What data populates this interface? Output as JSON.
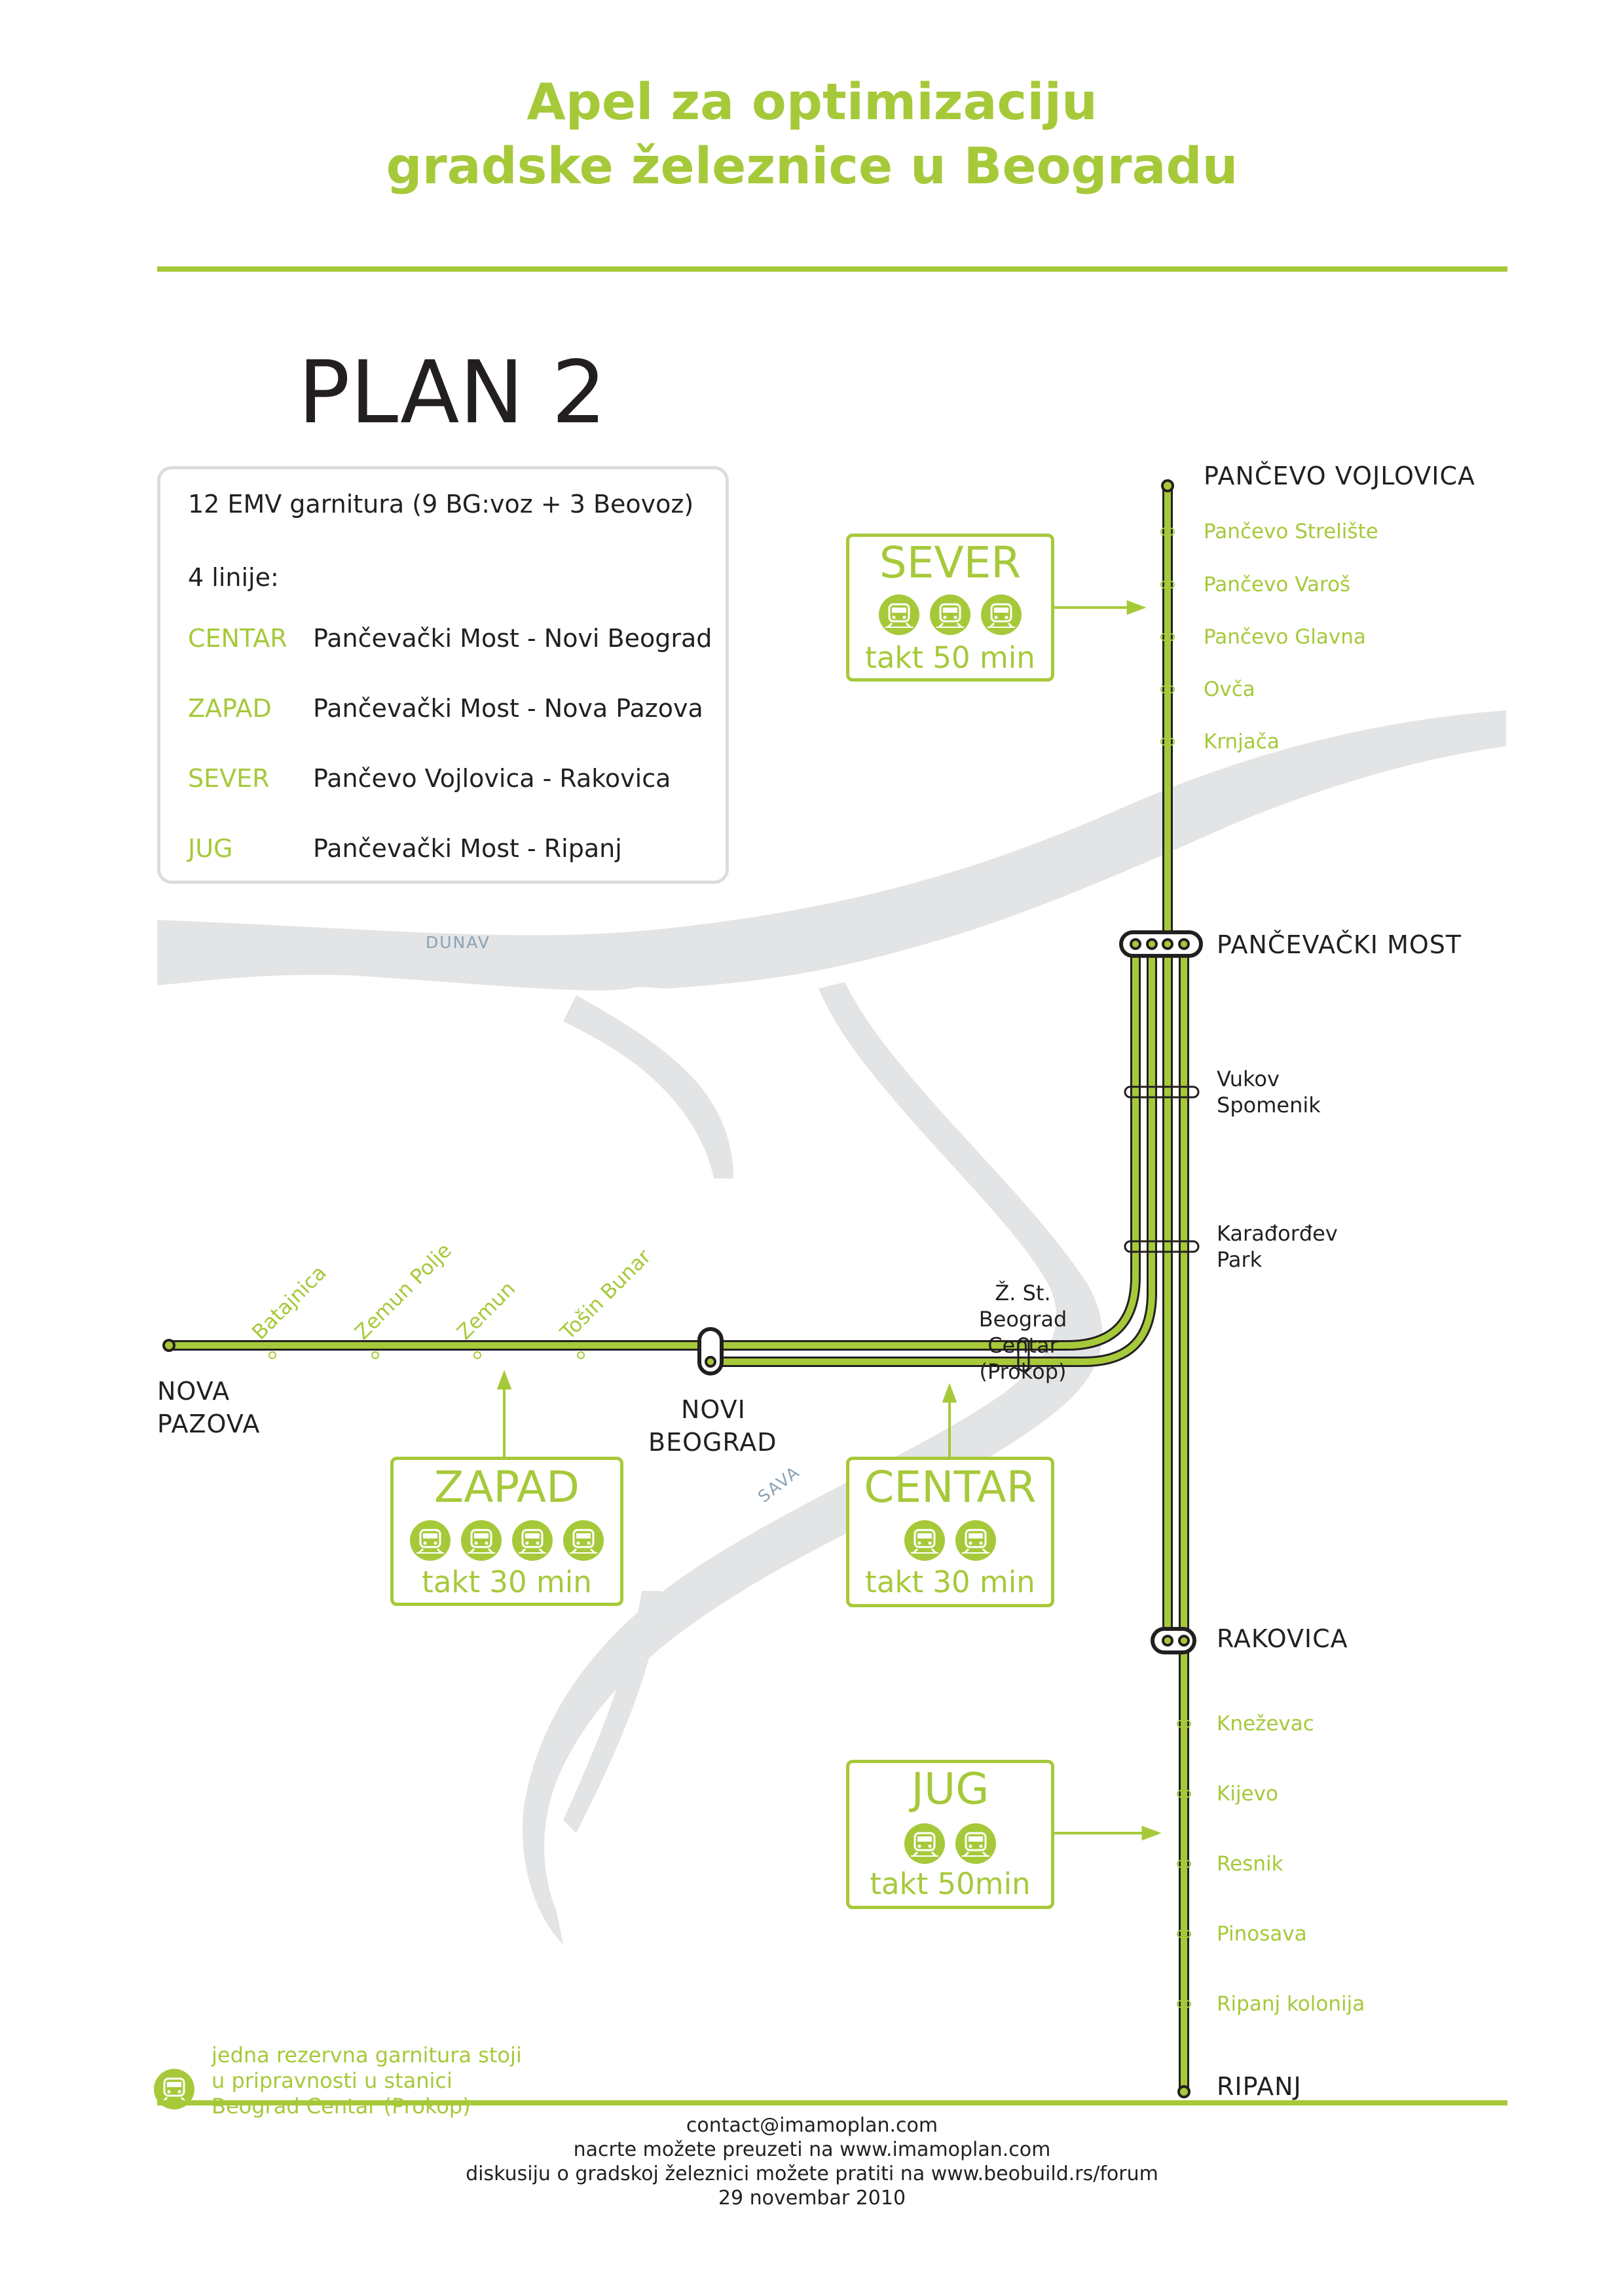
{
  "header": {
    "title_line1": "Apel za optimizaciju",
    "title_line2": "gradske železnice u Beogradu",
    "plan": "PLAN 2"
  },
  "legend": {
    "fleet": "12 EMV garnitura (9 BG:voz + 3 Beovoz)",
    "lines_heading": "4 linije:",
    "lines": [
      {
        "code": "CENTAR",
        "route": "Pančevački Most - Novi Beograd"
      },
      {
        "code": "ZAPAD",
        "route": "Pančevački Most - Nova Pazova"
      },
      {
        "code": "SEVER",
        "route": "Pančevo Vojlovica - Rakovica"
      },
      {
        "code": "JUG",
        "route": "Pančevački Most - Ripanj"
      }
    ]
  },
  "rivers": {
    "dunav": "DUNAV",
    "sava": "SAVA"
  },
  "stations": {
    "pancevo_vojlovica": "PANČEVO VOJLOVICA",
    "pancevo_streliste": "Pančevo Strelište",
    "pancevo_varos": "Pančevo Varoš",
    "pancevo_glavna": "Pančevo Glavna",
    "ovca": "Ovča",
    "krnjaca": "Krnjača",
    "pancevacki_most": "PANČEVAČKI MOST",
    "vukov_spomenik_1": "Vukov",
    "vukov_spomenik_2": "Spomenik",
    "karadjordjev_park_1": "Karađorđev",
    "karadjordjev_park_2": "Park",
    "prokop_1": "Ž. St. Beograd",
    "prokop_2": "Centar (Prokop)",
    "batajnica": "Batajnica",
    "zemun_polje": "Zemun Polje",
    "zemun": "Zemun",
    "tosin_bunar": "Tošin Bunar",
    "nova_pazova_1": "NOVA",
    "nova_pazova_2": "PAZOVA",
    "novi_beograd_1": "NOVI",
    "novi_beograd_2": "BEOGRAD",
    "rakovica": "RAKOVICA",
    "knezevac": "Kneževac",
    "kijevo": "Kijevo",
    "resnik": "Resnik",
    "pinosava": "Pinosava",
    "ripanj_kolonija": "Ripanj kolonija",
    "ripanj": "RIPANJ"
  },
  "boxes": {
    "sever": {
      "name": "SEVER",
      "takt": "takt 50 min",
      "trains": 3
    },
    "zapad": {
      "name": "ZAPAD",
      "takt": "takt 30 min",
      "trains": 4
    },
    "centar": {
      "name": "CENTAR",
      "takt": "takt 30 min",
      "trains": 2
    },
    "jug": {
      "name": "JUG",
      "takt": "takt 50min",
      "trains": 2
    }
  },
  "reserve": {
    "line1": "jedna rezervna garnitura stoji",
    "line2": "u pripravnosti u stanici",
    "line3": "Beograd Centar (Prokop)"
  },
  "footer": {
    "line1": "contact@imamoplan.com",
    "line2": "nacrte možete preuzeti na www.imamoplan.com",
    "line3": "diskusiju o gradskoj železnici možete pratiti na www.beobuild.rs/forum",
    "line4": "29 novembar 2010"
  },
  "colors": {
    "line": "#a6c93a",
    "river": "#e3e4e5",
    "text": "#231f20"
  }
}
